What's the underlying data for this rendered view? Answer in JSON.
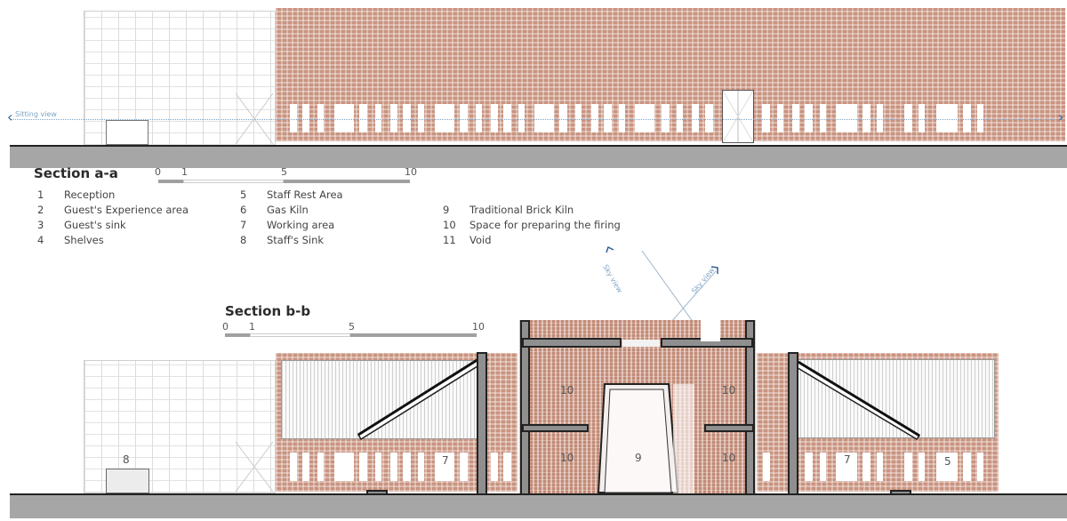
{
  "section_a": {
    "title": "Section a-a",
    "scale": {
      "ticks": [
        "0",
        "1",
        "5",
        "10"
      ]
    },
    "sightline_label": "Sitting view",
    "sightline_left_arrow": "‹",
    "sightline_right_arrow": "›"
  },
  "legend": {
    "col1": [
      {
        "num": "1",
        "label": "Reception"
      },
      {
        "num": "2",
        "label": "Guest's Experience area"
      },
      {
        "num": "3",
        "label": "Guest's sink"
      },
      {
        "num": "4",
        "label": "Shelves"
      }
    ],
    "col2": [
      {
        "num": "5",
        "label": "Staff Rest Area"
      },
      {
        "num": "6",
        "label": "Gas Kiln"
      },
      {
        "num": "7",
        "label": "Working area"
      },
      {
        "num": "8",
        "label": "Staff's Sink"
      }
    ],
    "col3": [
      {
        "num": "9",
        "label": "Traditional Brick Kiln"
      },
      {
        "num": "10",
        "label": "Space for preparing the firing"
      },
      {
        "num": "11",
        "label": "Void"
      }
    ]
  },
  "section_b": {
    "title": "Section b-b",
    "scale": {
      "ticks": [
        "0",
        "1",
        "5",
        "10"
      ]
    },
    "sky_view_label": "Sky view",
    "room_labels": {
      "staff_sink": "8",
      "working_left": "7",
      "prep_upper_left": "10",
      "prep_upper_right": "10",
      "prep_lower_left": "10",
      "prep_lower_right": "10",
      "kiln": "9",
      "working_right": "7",
      "rest_area": "5"
    }
  },
  "colors": {
    "brick": "#c9937f",
    "ground": "#a6a6a6",
    "sightline": "#7ea6c8",
    "wall_section": "#8f8f8f"
  }
}
